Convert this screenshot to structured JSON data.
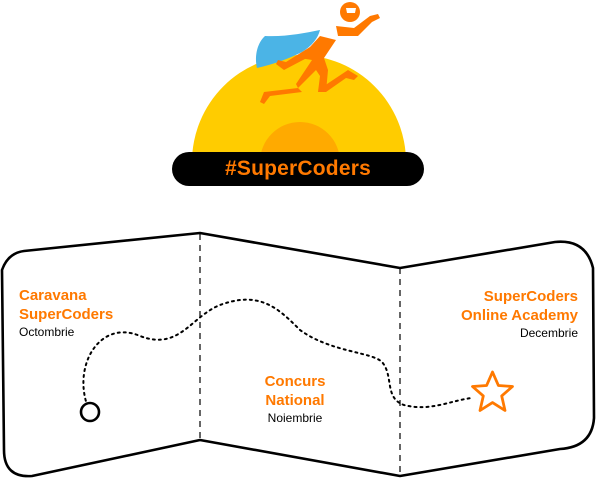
{
  "hashtag": "#SuperCoders",
  "stages": [
    {
      "title": "Caravana\nSuperCoders",
      "month": "Octombrie"
    },
    {
      "title": "Concurs\nNational",
      "month": "Noiembrie"
    },
    {
      "title": "SuperCoders\nOnline Academy",
      "month": "Decembrie"
    }
  ],
  "colors": {
    "orange": "#ff7900",
    "yellow": "#ffcc00",
    "cape_blue": "#4bb4e6",
    "black": "#000000"
  },
  "icons": [
    "superhero-icon",
    "sun-icon",
    "start-circle-icon",
    "star-icon"
  ]
}
